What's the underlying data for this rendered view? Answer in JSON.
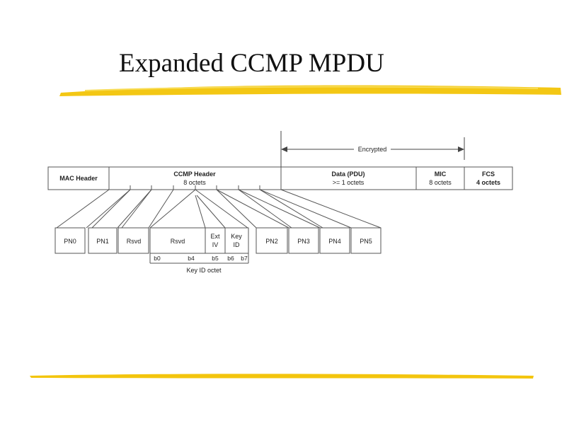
{
  "title": "Expanded CCMP MPDU",
  "colors": {
    "accent_stroke": "#f2c200",
    "line": "#444444"
  },
  "encrypted_label": "Encrypted",
  "frame": {
    "mac_header": {
      "name": "MAC Header"
    },
    "ccmp_header": {
      "name": "CCMP Header",
      "size": "8 octets"
    },
    "data": {
      "name": "Data (PDU)",
      "size": ">= 1 octets"
    },
    "mic": {
      "name": "MIC",
      "size": "8 octets"
    },
    "fcs": {
      "name": "FCS",
      "size": "4 octets"
    }
  },
  "ccmp_fields": {
    "pn0": "PN0",
    "pn1": "PN1",
    "rsvd": "Rsvd",
    "rsvd_bits": "Rsvd",
    "ext_iv": [
      "Ext",
      "IV"
    ],
    "key_id": [
      "Key",
      "ID"
    ],
    "pn2": "PN2",
    "pn3": "PN3",
    "pn4": "PN4",
    "pn5": "PN5"
  },
  "bit_labels": {
    "b0": "b0",
    "b4": "b4",
    "b5": "b5",
    "b6": "b6",
    "b7": "b7"
  },
  "key_id_octet_label": "Key ID octet"
}
